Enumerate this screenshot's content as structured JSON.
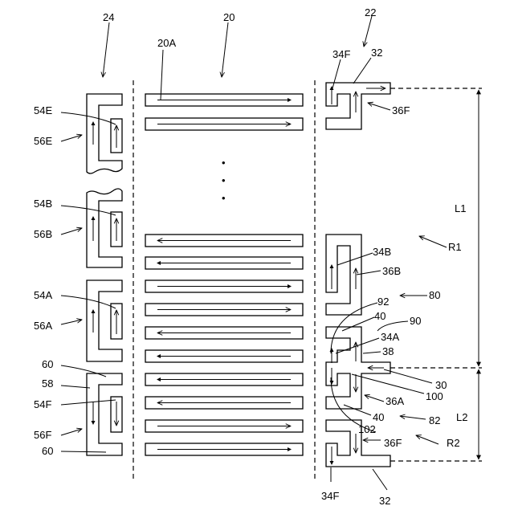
{
  "labels": {
    "l24": "24",
    "l20": "20",
    "l22": "22",
    "l20A": "20A",
    "l34F_top": "34F",
    "l32_top": "32",
    "l36F_top": "36F",
    "l54E": "54E",
    "l56E": "56E",
    "l54B": "54B",
    "l56B": "56B",
    "l54A": "54A",
    "l56A": "56A",
    "l60_top": "60",
    "l58": "58",
    "l54F": "54F",
    "l56F": "56F",
    "l60_bot": "60",
    "lL1": "L1",
    "lR1": "R1",
    "l34B": "34B",
    "l36B": "36B",
    "l80": "80",
    "l92": "92",
    "l40_top": "40",
    "l90": "90",
    "l34A": "34A",
    "l38": "38",
    "l30": "30",
    "l100": "100",
    "l36A": "36A",
    "l40_bot": "40",
    "l82": "82",
    "lL2": "L2",
    "l102": "102",
    "l36F_bot": "36F",
    "lR2": "R2",
    "l34F_bot": "34F",
    "l32_bot": "32"
  },
  "ellipsis": [
    "•",
    "•",
    "•"
  ],
  "colors": {
    "line": "#000000",
    "background": "#ffffff"
  }
}
